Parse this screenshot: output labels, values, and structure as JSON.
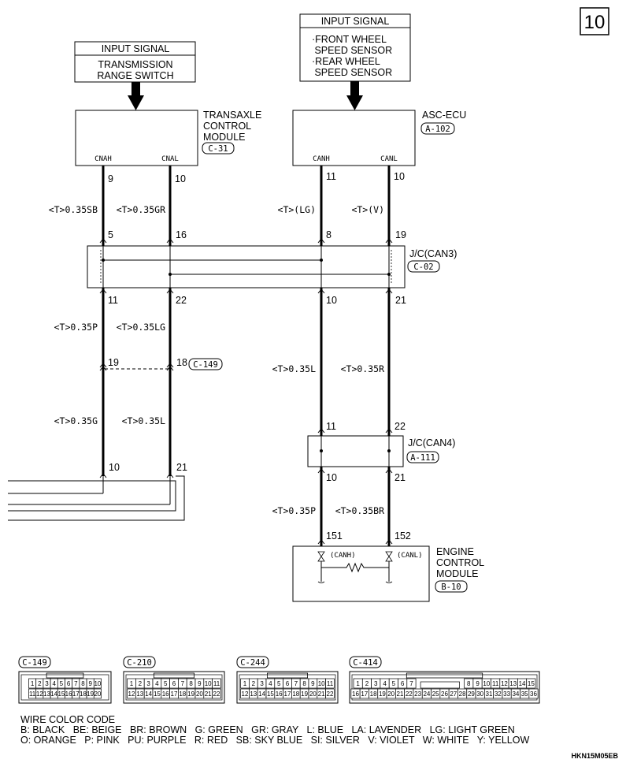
{
  "page_number": "10",
  "input_boxes": [
    {
      "header": "INPUT SIGNAL",
      "lines": [
        "TRANSMISSION",
        "RANGE SWITCH"
      ]
    },
    {
      "header": "INPUT SIGNAL",
      "lines": [
        "·FRONT WHEEL",
        " SPEED SENSOR",
        "·REAR WHEEL",
        " SPEED SENSOR"
      ]
    }
  ],
  "modules": {
    "tcm": {
      "lines": [
        "TRANSAXLE",
        "CONTROL",
        "MODULE"
      ],
      "tag": "C-31",
      "pins": [
        "CNAH",
        "CNAL"
      ]
    },
    "asc": {
      "lines": [
        "ASC-ECU"
      ],
      "tag": "A-102",
      "pins": [
        "CANH",
        "CANL"
      ]
    },
    "jc3": {
      "lines": [
        "J/C(CAN3)"
      ],
      "tag": "C-02"
    },
    "jc4": {
      "lines": [
        "J/C(CAN4)"
      ],
      "tag": "A-111"
    },
    "ecm": {
      "lines": [
        "ENGINE",
        "CONTROL",
        "MODULE"
      ],
      "tag": "B-10",
      "pins": [
        "(CANH)",
        "(CANL)"
      ]
    },
    "c149_tag": "C-149"
  },
  "pin_numbers": {
    "tcm_out": [
      "9",
      "10"
    ],
    "asc_out": [
      "11",
      "10"
    ],
    "jc3_in": [
      "5",
      "16",
      "8",
      "19"
    ],
    "jc3_out": [
      "11",
      "22",
      "10",
      "21"
    ],
    "c149": [
      "19",
      "18"
    ],
    "bottom_left": [
      "10",
      "21"
    ],
    "jc4_in": [
      "11",
      "22"
    ],
    "jc4_out": [
      "10",
      "21"
    ],
    "ecm_in": [
      "151",
      "152"
    ]
  },
  "wire_labels": {
    "w1": [
      "<T>0.35SB",
      "<T>0.35GR",
      "<T>(LG)",
      "<T>(V)"
    ],
    "w2": [
      "<T>0.35P",
      "<T>0.35LG"
    ],
    "w3": [
      "<T>0.35L",
      "<T>0.35R"
    ],
    "w4": [
      "<T>0.35G",
      "<T>0.35L"
    ],
    "w5": [
      "<T>0.35P",
      "<T>0.35BR"
    ]
  },
  "connectors": [
    {
      "tag": "C-149",
      "row1": [
        "1",
        "2",
        "3",
        "4",
        "5",
        "6",
        "7",
        "8",
        "9",
        "10"
      ],
      "row2": [
        "11",
        "12",
        "13",
        "14",
        "15",
        "16",
        "17",
        "18",
        "19",
        "20"
      ]
    },
    {
      "tag": "C-210",
      "row1": [
        "1",
        "2",
        "3",
        "4",
        "5",
        "6",
        "7",
        "8",
        "9",
        "10",
        "11"
      ],
      "row2": [
        "12",
        "13",
        "14",
        "15",
        "16",
        "17",
        "18",
        "19",
        "20",
        "21",
        "22"
      ]
    },
    {
      "tag": "C-244",
      "row1": [
        "1",
        "2",
        "3",
        "4",
        "5",
        "6",
        "7",
        "8",
        "9",
        "10",
        "11"
      ],
      "row2": [
        "12",
        "13",
        "14",
        "15",
        "16",
        "17",
        "18",
        "19",
        "20",
        "21",
        "22"
      ]
    },
    {
      "tag": "C-414",
      "row1": [
        "1",
        "2",
        "3",
        "4",
        "5",
        "6",
        "7",
        "8",
        "9",
        "10",
        "11",
        "12",
        "13",
        "14",
        "15"
      ],
      "row2": [
        "16",
        "17",
        "18",
        "19",
        "20",
        "21",
        "22",
        "23",
        "24",
        "25",
        "26",
        "27",
        "28",
        "29",
        "30",
        "31",
        "32",
        "33",
        "34",
        "35",
        "36"
      ]
    }
  ],
  "legend": {
    "title": "WIRE COLOR CODE",
    "line1": "B: BLACK   BE: BEIGE   BR: BROWN   G: GREEN   GR: GRAY   L: BLUE   LA: LAVENDER   LG: LIGHT GREEN",
    "line2": "O: ORANGE   P: PINK   PU: PURPLE   R: RED   SB: SKY BLUE   SI: SILVER   V: VIOLET   W: WHITE   Y: YELLOW"
  },
  "figure_code": "HKN15M05EB"
}
